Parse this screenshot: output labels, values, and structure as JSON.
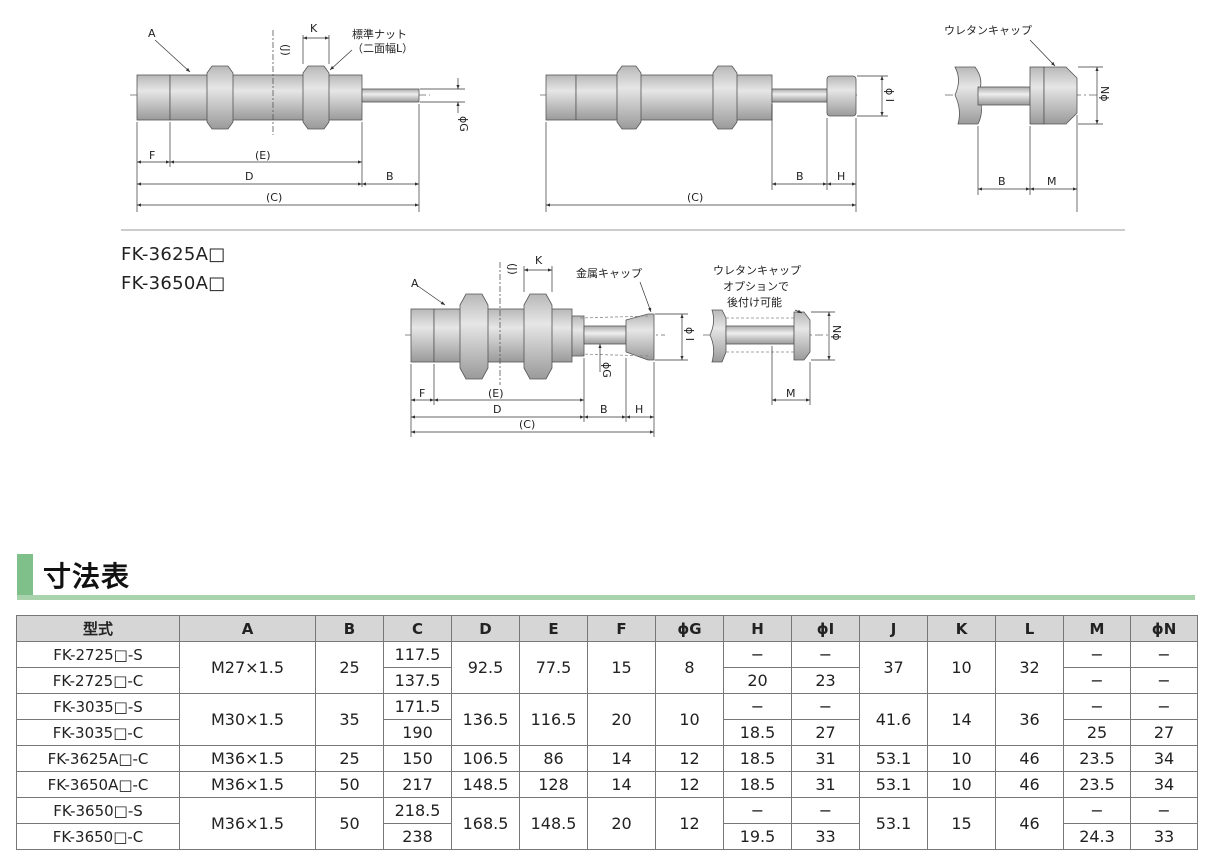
{
  "models": {
    "m1": "FK-3625A□",
    "m2": "FK-3650A□"
  },
  "diagram": {
    "A": "A",
    "J": "(J)",
    "K": "K",
    "E": "(E)",
    "D": "D",
    "C": "(C)",
    "F": "F",
    "B": "B",
    "H": "H",
    "M": "M",
    "G": "ϕG",
    "I": "ϕ I",
    "N": "Nϕ",
    "std_nut_1": "標準ナット",
    "std_nut_2": "（二面幅L）",
    "urethane_cap": "ウレタンキャップ",
    "metal_cap": "金属キャップ",
    "urethane_opt_1": "ウレタンキャップ",
    "urethane_opt_2": "オプションで",
    "urethane_opt_3": "後付け可能"
  },
  "section": {
    "title": "寸法表"
  },
  "table": {
    "headers": [
      "型式",
      "A",
      "B",
      "C",
      "D",
      "E",
      "F",
      "ϕG",
      "H",
      "ϕI",
      "J",
      "K",
      "L",
      "M",
      "ϕN"
    ],
    "rows": {
      "r1": {
        "model": "FK-2725□-S",
        "A": "M27×1.5",
        "B": "25",
        "C": "117.5",
        "D": "92.5",
        "E": "77.5",
        "F": "15",
        "G": "8",
        "H": "−",
        "I": "−",
        "J": "37",
        "K": "10",
        "L": "32",
        "M": "−",
        "N": "−"
      },
      "r2": {
        "model": "FK-2725□-C",
        "C": "137.5",
        "H": "20",
        "I": "23",
        "M": "−",
        "N": "−"
      },
      "r3": {
        "model": "FK-3035□-S",
        "A": "M30×1.5",
        "B": "35",
        "C": "171.5",
        "D": "136.5",
        "E": "116.5",
        "F": "20",
        "G": "10",
        "H": "−",
        "I": "−",
        "J": "41.6",
        "K": "14",
        "L": "36",
        "M": "−",
        "N": "−"
      },
      "r4": {
        "model": "FK-3035□-C",
        "C": "190",
        "H": "18.5",
        "I": "27",
        "M": "25",
        "N": "27"
      },
      "r5": {
        "model": "FK-3625A□-C",
        "A": "M36×1.5",
        "B": "25",
        "C": "150",
        "D": "106.5",
        "E": "86",
        "F": "14",
        "G": "12",
        "H": "18.5",
        "I": "31",
        "J": "53.1",
        "K": "10",
        "L": "46",
        "M": "23.5",
        "N": "34"
      },
      "r6": {
        "model": "FK-3650A□-C",
        "A": "M36×1.5",
        "B": "50",
        "C": "217",
        "D": "148.5",
        "E": "128",
        "F": "14",
        "G": "12",
        "H": "18.5",
        "I": "31",
        "J": "53.1",
        "K": "10",
        "L": "46",
        "M": "23.5",
        "N": "34"
      },
      "r7": {
        "model": "FK-3650□-S",
        "A": "M36×1.5",
        "B": "50",
        "C": "218.5",
        "D": "168.5",
        "E": "148.5",
        "F": "20",
        "G": "12",
        "H": "−",
        "I": "−",
        "J": "53.1",
        "K": "15",
        "L": "46",
        "M": "−",
        "N": "−"
      },
      "r8": {
        "model": "FK-3650□-C",
        "C": "238",
        "H": "19.5",
        "I": "33",
        "M": "24.3",
        "N": "33"
      }
    }
  }
}
